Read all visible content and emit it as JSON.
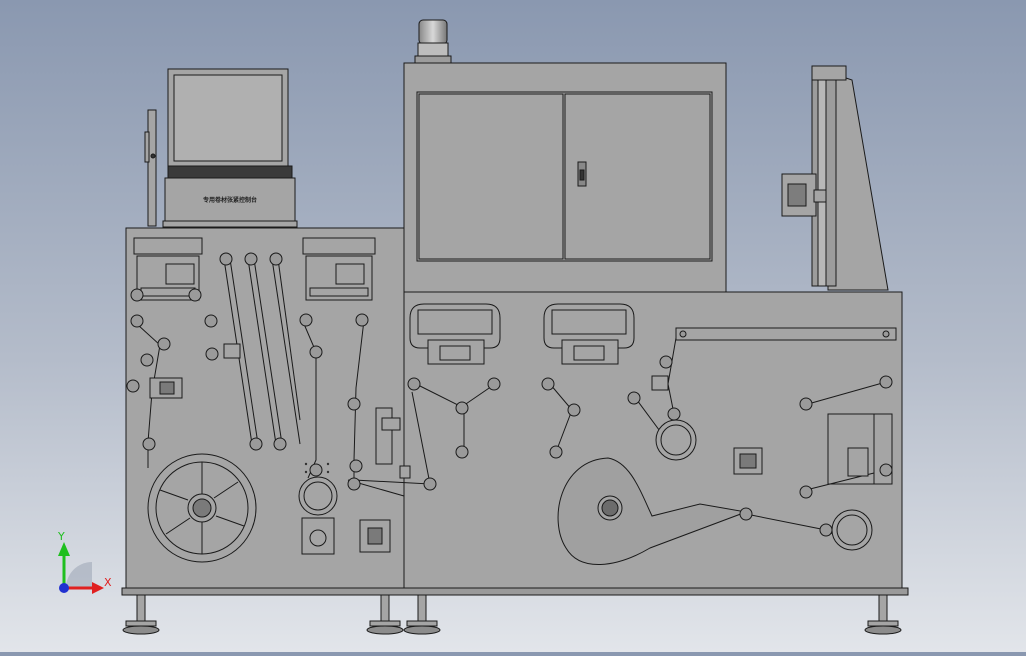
{
  "viewport": {
    "background_top": "#8a98b0",
    "background_bottom": "#e2e5ea",
    "part_fill": "#a5a5a5",
    "edge_color": "#1a1a1a"
  },
  "monitor": {
    "control_label": "专用卷材张紧控制台"
  },
  "triad": {
    "y_label": "Y",
    "x_label": "X",
    "y_color": "#1fbf1f",
    "x_color": "#e02020",
    "z_color": "#2030d0"
  }
}
